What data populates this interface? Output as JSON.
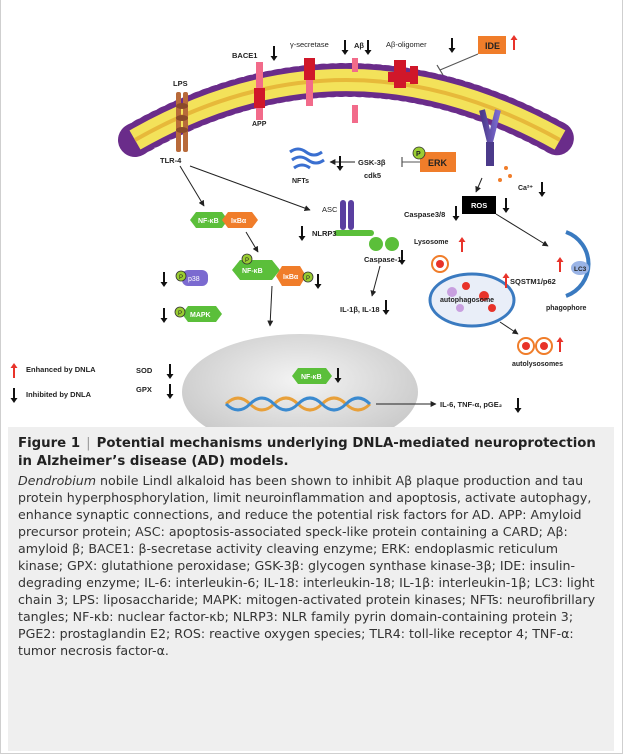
{
  "figure": {
    "labels": {
      "bace1": "BACE1",
      "gamma_secretase": "γ-secretase",
      "abeta": "Aβ",
      "abeta_oligomer": "Aβ-oligomer",
      "ide": "IDE",
      "lps": "LPS",
      "app": "APP",
      "tlr4": "TLR-4",
      "gsk3b": "GSK-3β",
      "cdk5": "cdk5",
      "erk": "ERK",
      "nfts": "NFTs",
      "ca2": "Ca²⁺",
      "ros": "ROS",
      "caspase38": "Caspase3/8",
      "asc": "ASC",
      "nlrp3": "NLRP3",
      "caspase1": "Caspase-1",
      "il1b_il18": "IL-1β, IL-18",
      "nfkb": "NF-κB",
      "ikba": "IκBα",
      "p38": "p38",
      "mapk": "MAPK",
      "p": "P",
      "lysosome": "Lysosome",
      "lc3": "LC3",
      "sqstm1": "SQSTM1/p62",
      "autophagosome": "autophagosome",
      "phagophore": "phagophore",
      "autolysosomes": "autolysosomes",
      "sod": "SOD",
      "gpx": "GPX",
      "cytokines": "IL-6, TNF-α, pGE₂"
    },
    "legend": {
      "enhanced": "Enhanced by DNLA",
      "inhibited": "Inhibited by DNLA"
    },
    "colors": {
      "up_arrow": "#e8332a",
      "down_arrow": "#111111",
      "membrane_head": "#6a2c8a",
      "membrane_core": "#f3e25a",
      "nfkb": "#5bbf3a",
      "ikba": "#f07d2a",
      "erk": "#f07d2a",
      "ide": "#f07d2a",
      "app": "#f26b8a",
      "bace1": "#d0172a",
      "abeta_oligomer": "#d0172a"
    }
  },
  "caption": {
    "title": "Figure 1",
    "subtitle": "Potential mechanisms underlying DNLA-mediated neuroprotection in Alzheimer’s disease (AD) models.",
    "italic_lead": "Dendrobium",
    "body": " nobile Lindl alkaloid has been shown to inhibit Aβ plaque production and tau protein hyperphosphorylation, limit neuroinflammation and apoptosis, activate autophagy, enhance synaptic connections, and reduce the potential risk factors for AD. APP: Amyloid precursor protein; ASC: apoptosis-associated speck-like protein containing a CARD; Aβ: amyloid β; BACE1: β-secretase activity cleaving enzyme; ERK: endoplasmic reticulum kinase; GPX: glutathione peroxidase; GSK-3β: glycogen synthase kinase-3β; IDE: insulin-degrading enzyme; IL-6: interleukin-6; IL-18: interleukin-18; IL-1β: interleukin-1β; LC3: light chain 3; LPS: liposaccharide; MAPK: mitogen-activated protein kinases; NFTs: neurofibrillary tangles; NF-κb: nuclear factor-κb; NLRP3: NLR family pyrin domain-containing protein 3; PGE2: prostaglandin E2; ROS: reactive oxygen species; TLR4: toll-like receptor 4; TNF-α: tumor necrosis factor-α."
  }
}
